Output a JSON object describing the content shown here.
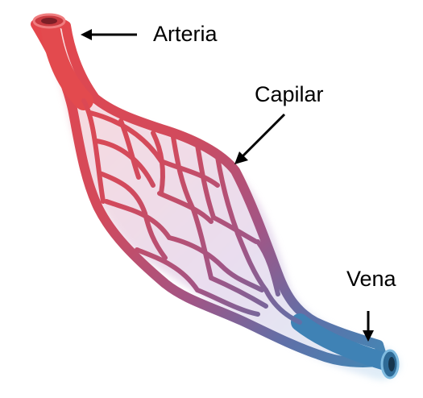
{
  "labels": {
    "artery": "Arteria",
    "capillary": "Capilar",
    "vein": "Vena"
  },
  "colors": {
    "artery_red": "#e0474c",
    "vein_blue": "#3f7fb0",
    "network_mid": "#9c5a86",
    "arrow": "#000000",
    "background": "#ffffff"
  }
}
